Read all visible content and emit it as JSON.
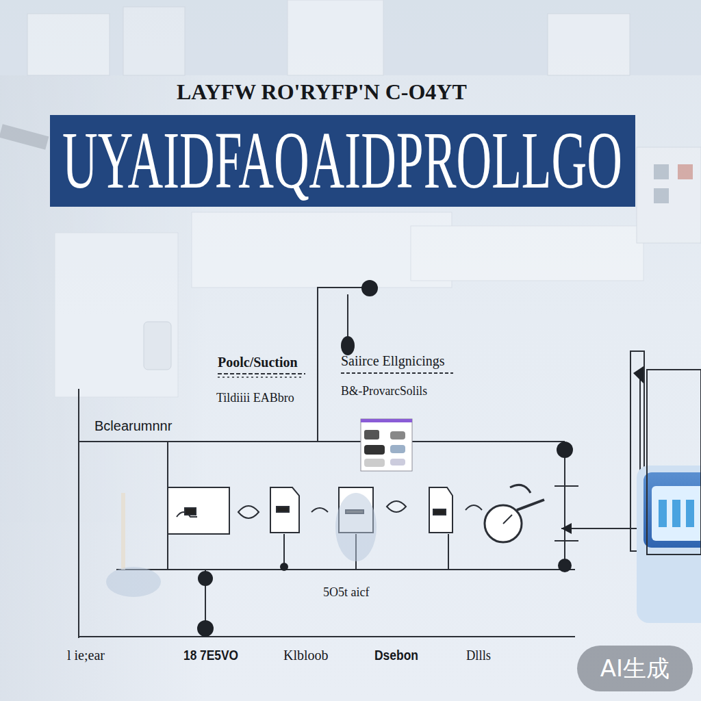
{
  "diagram": {
    "title": "UYAIDFAQAIDPROLLGO",
    "labels": [
      "LAYFW RO'RYFP'N C-O4YT",
      "Poolc/Suction",
      "Saiirce Ellgnicings",
      "Tildiiii EABbro",
      "B&-ProvarcSolils",
      "Bclearumnnr",
      "5O5t aicf",
      "l ie;ear",
      "18 7E5VO",
      "Klbloob",
      "Dsebon",
      "Dllls",
      "AI生成"
    ]
  }
}
